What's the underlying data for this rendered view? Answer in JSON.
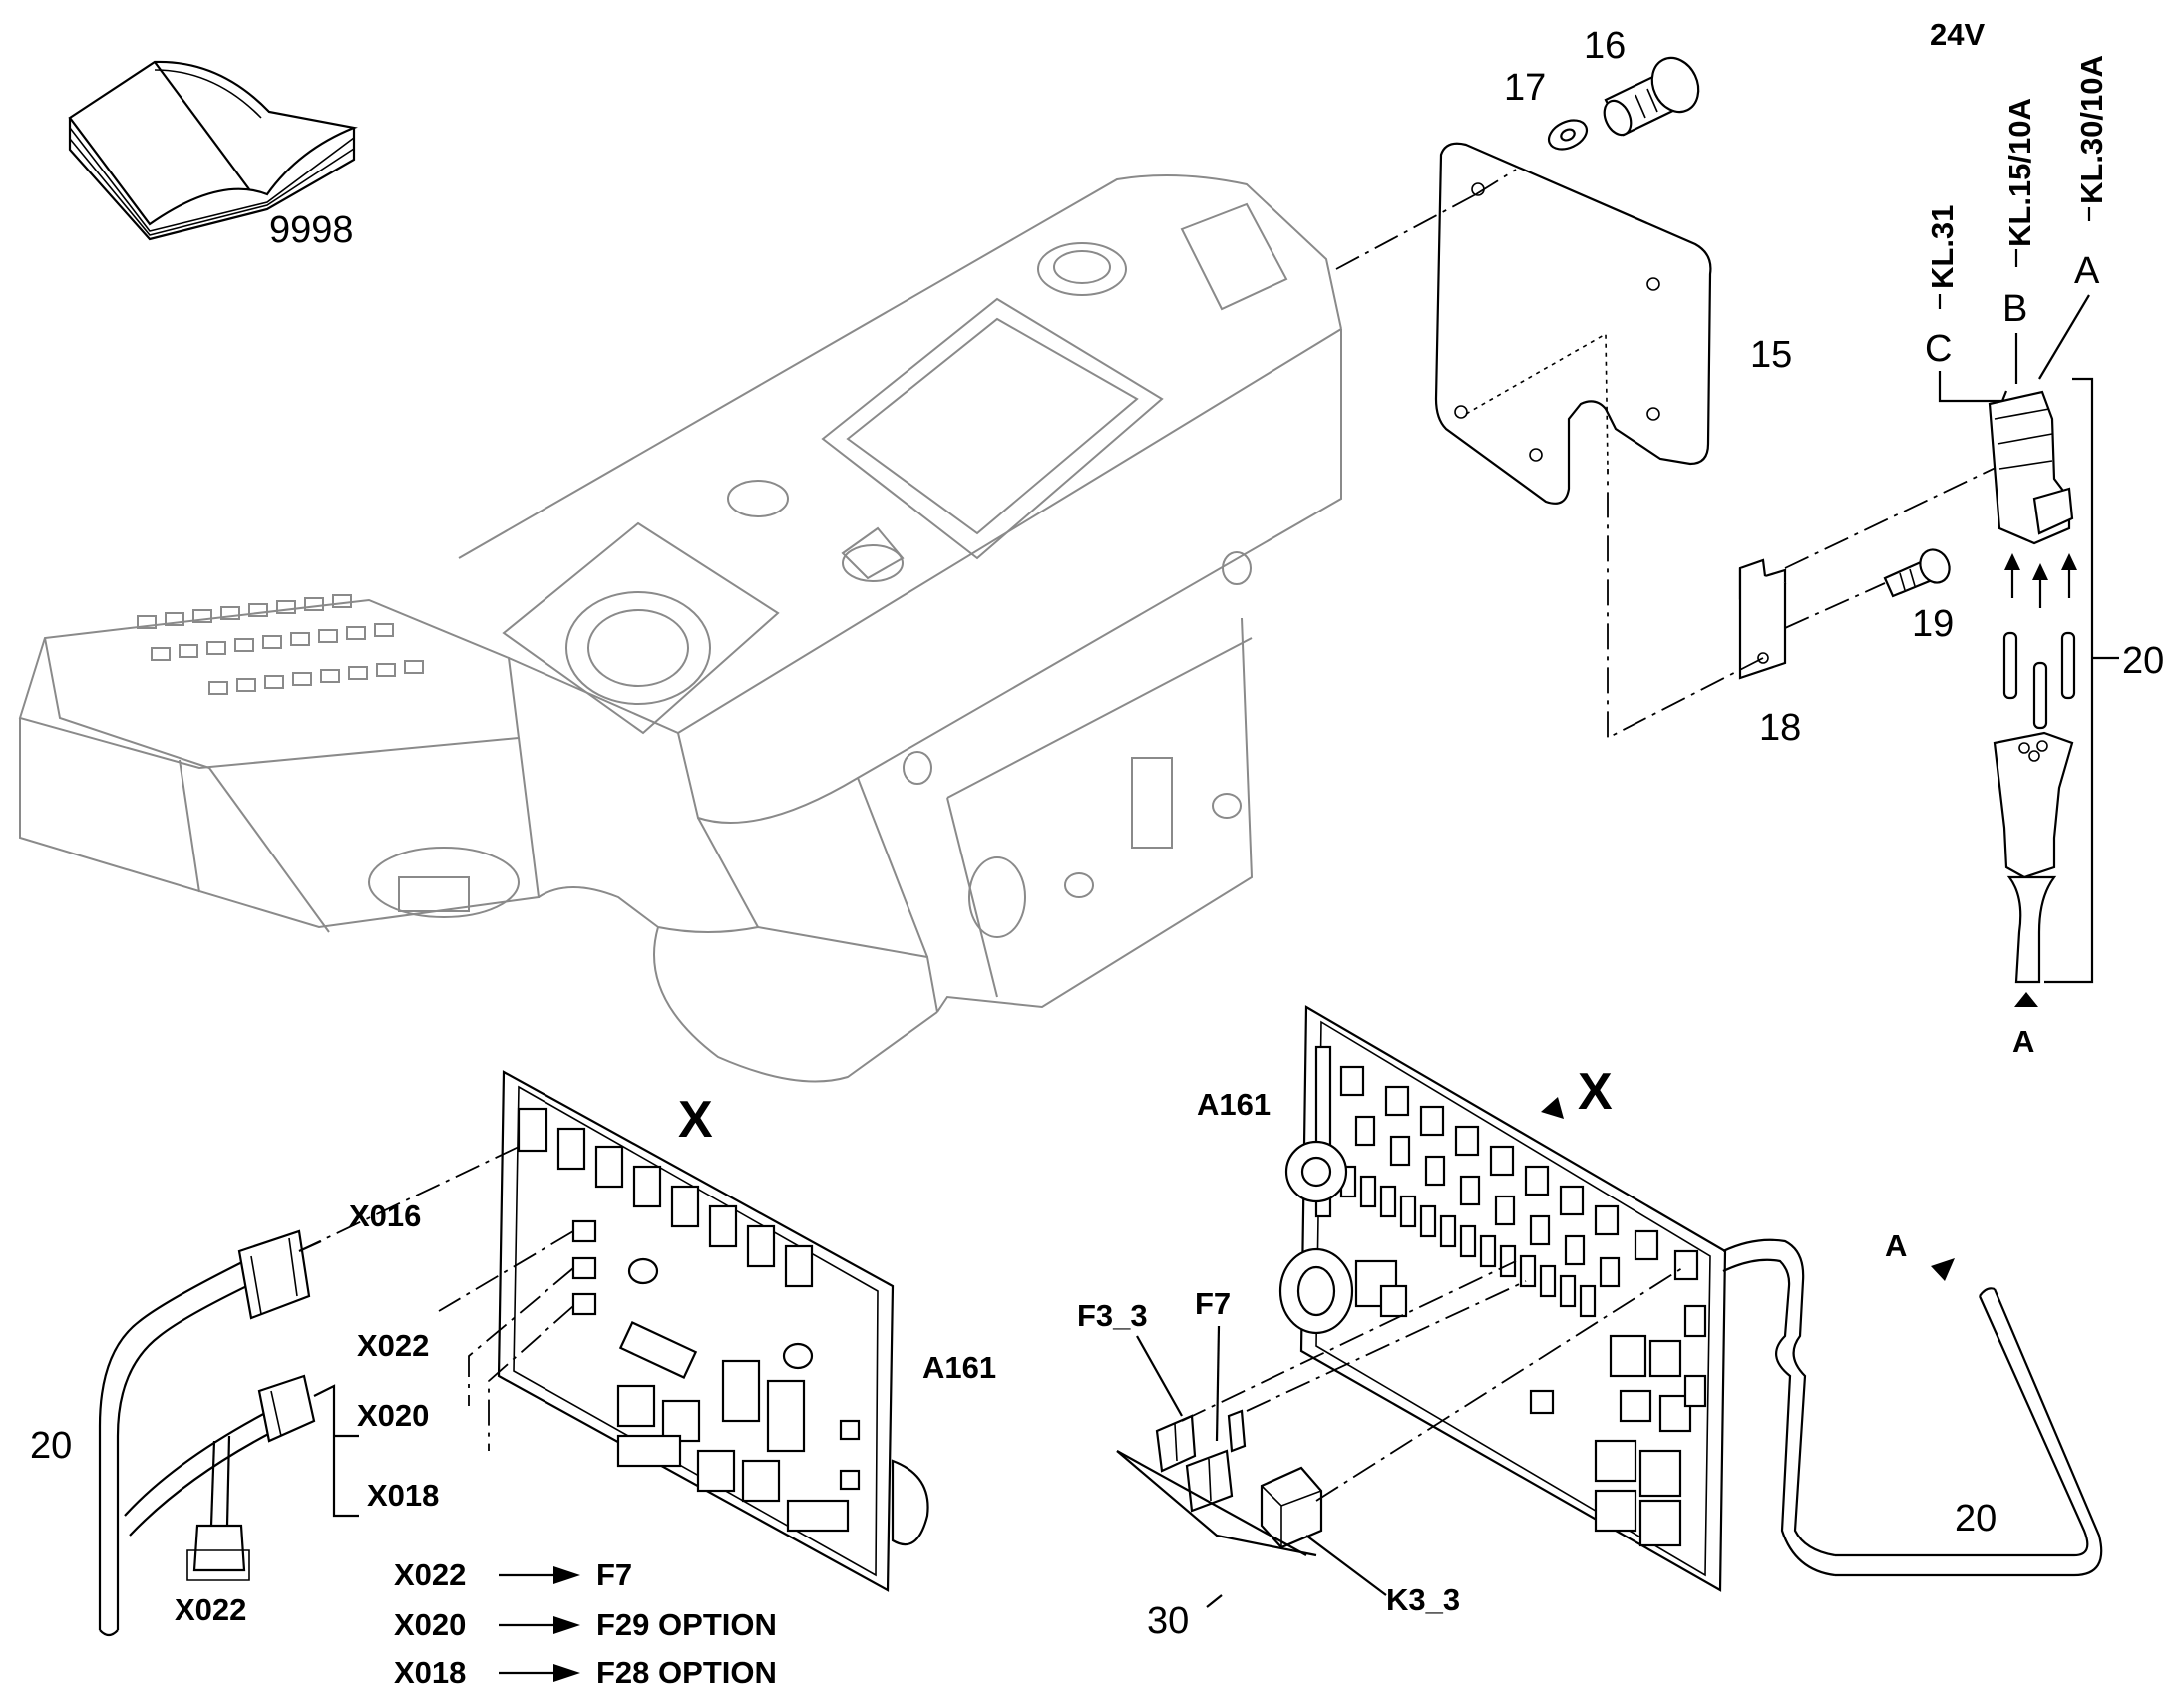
{
  "callouts": {
    "manual": "9998",
    "screw": "16",
    "washer": "17",
    "plate": "15",
    "bracket": "18",
    "bracket_screw": "19",
    "harness_top": "20",
    "harness_left": "20",
    "harness_right": "20",
    "kit": "30"
  },
  "connector_detail": {
    "voltage": "24V",
    "pins": [
      {
        "letter": "C",
        "terminal": "KL.31"
      },
      {
        "letter": "B",
        "terminal": "KL.15/10A"
      },
      {
        "letter": "A",
        "terminal": "KL.30/10A"
      }
    ],
    "view_label": "A"
  },
  "left_board": {
    "view": "X",
    "board": "A161",
    "connectors": [
      "X016",
      "X022",
      "X020",
      "X018"
    ],
    "plug_label": "X022"
  },
  "right_board": {
    "view": "X",
    "board": "A161",
    "view_arrow_label": "A",
    "fuses": [
      "F3_3",
      "F7"
    ],
    "relay": "K3_3"
  },
  "legend": [
    {
      "from": "X022",
      "to": "F7"
    },
    {
      "from": "X020",
      "to": "F29 OPTION"
    },
    {
      "from": "X018",
      "to": "F28 OPTION"
    }
  ]
}
